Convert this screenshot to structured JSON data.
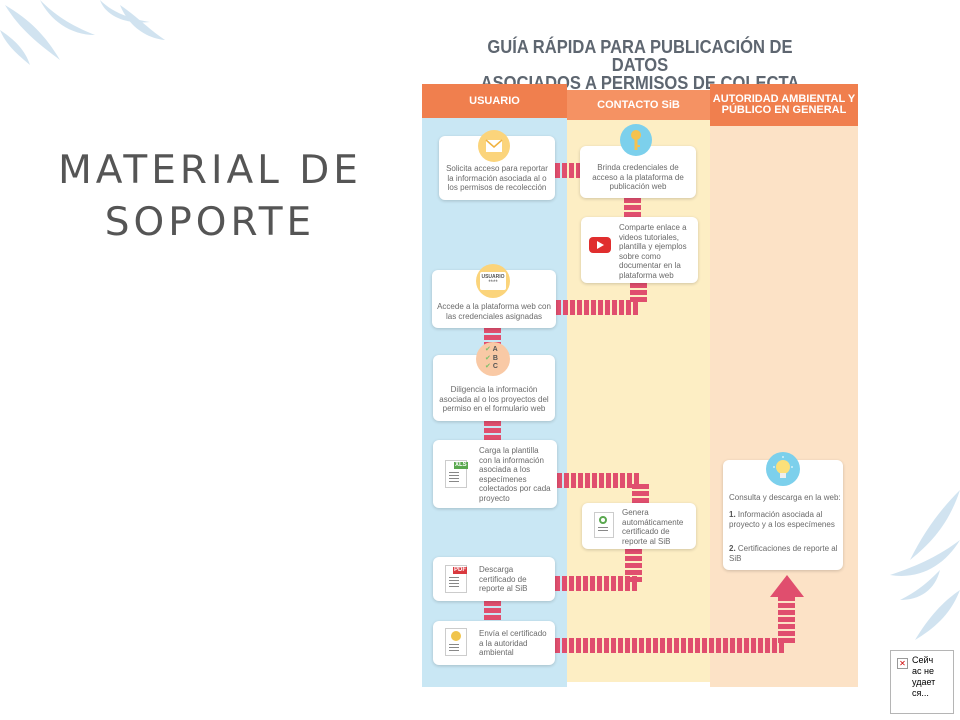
{
  "slide": {
    "title": "MATERIAL DE SOPORTE"
  },
  "diagram": {
    "title_line1": "GUÍA RÁPIDA PARA PUBLICACIÓN DE DATOS",
    "title_line2": "ASOCIADOS A PERMISOS DE COLECTA",
    "columns": [
      {
        "label": "USUARIO"
      },
      {
        "label": "CONTACTO SiB"
      },
      {
        "label_line1": "AUTORIDAD AMBIENTAL Y",
        "label_line2": "PÚBLICO EN GENERAL"
      }
    ],
    "steps": [
      {
        "text": "Solicita acceso para reportar la información asociada al o los permisos de recolección"
      },
      {
        "text": "Brinda credenciales de acceso a la plataforma de publicación web"
      },
      {
        "text": "Comparte enlace a videos tutoriales, plantilla y ejemplos sobre como documentar en la plataforma web"
      },
      {
        "text": "Accede a la plataforma web con las credenciales asignadas",
        "badge_label": "USUARIO",
        "badge_value": "****"
      },
      {
        "text": "Diligencia la información asociada al o los proyectos del permiso en el formulario web",
        "check_items": [
          "A",
          "B",
          "C"
        ]
      },
      {
        "text": "Carga la plantilla con la información asociada a los especímenes colectados por cada proyecto",
        "file_tag": "XLS"
      },
      {
        "text": "Genera automáticamente certificado de reporte al SiB"
      },
      {
        "text": "Descarga certificado de reporte al SiB",
        "file_tag": "PDF"
      },
      {
        "text": "Envía el certificado a la autoridad ambiental"
      }
    ],
    "final_card": {
      "heading": "Consulta y descarga en la web:",
      "items": [
        {
          "num": "1.",
          "text": "Información asociada al proyecto y a los especímenes"
        },
        {
          "num": "2.",
          "text": "Certificaciones de reporte al SiB"
        }
      ]
    }
  },
  "broken_image": {
    "text_line1": "Сейч",
    "text_line2": "ас не",
    "text_line3": "удает",
    "text_line4": "ся..."
  },
  "colors": {
    "header_orange": "#f07f4e",
    "col_blue": "#c9e7f4",
    "col_yellow": "#fdeec4",
    "col_peach": "#fce2c6",
    "path_pink": "#e04e6e",
    "slide_text": "#555555"
  }
}
